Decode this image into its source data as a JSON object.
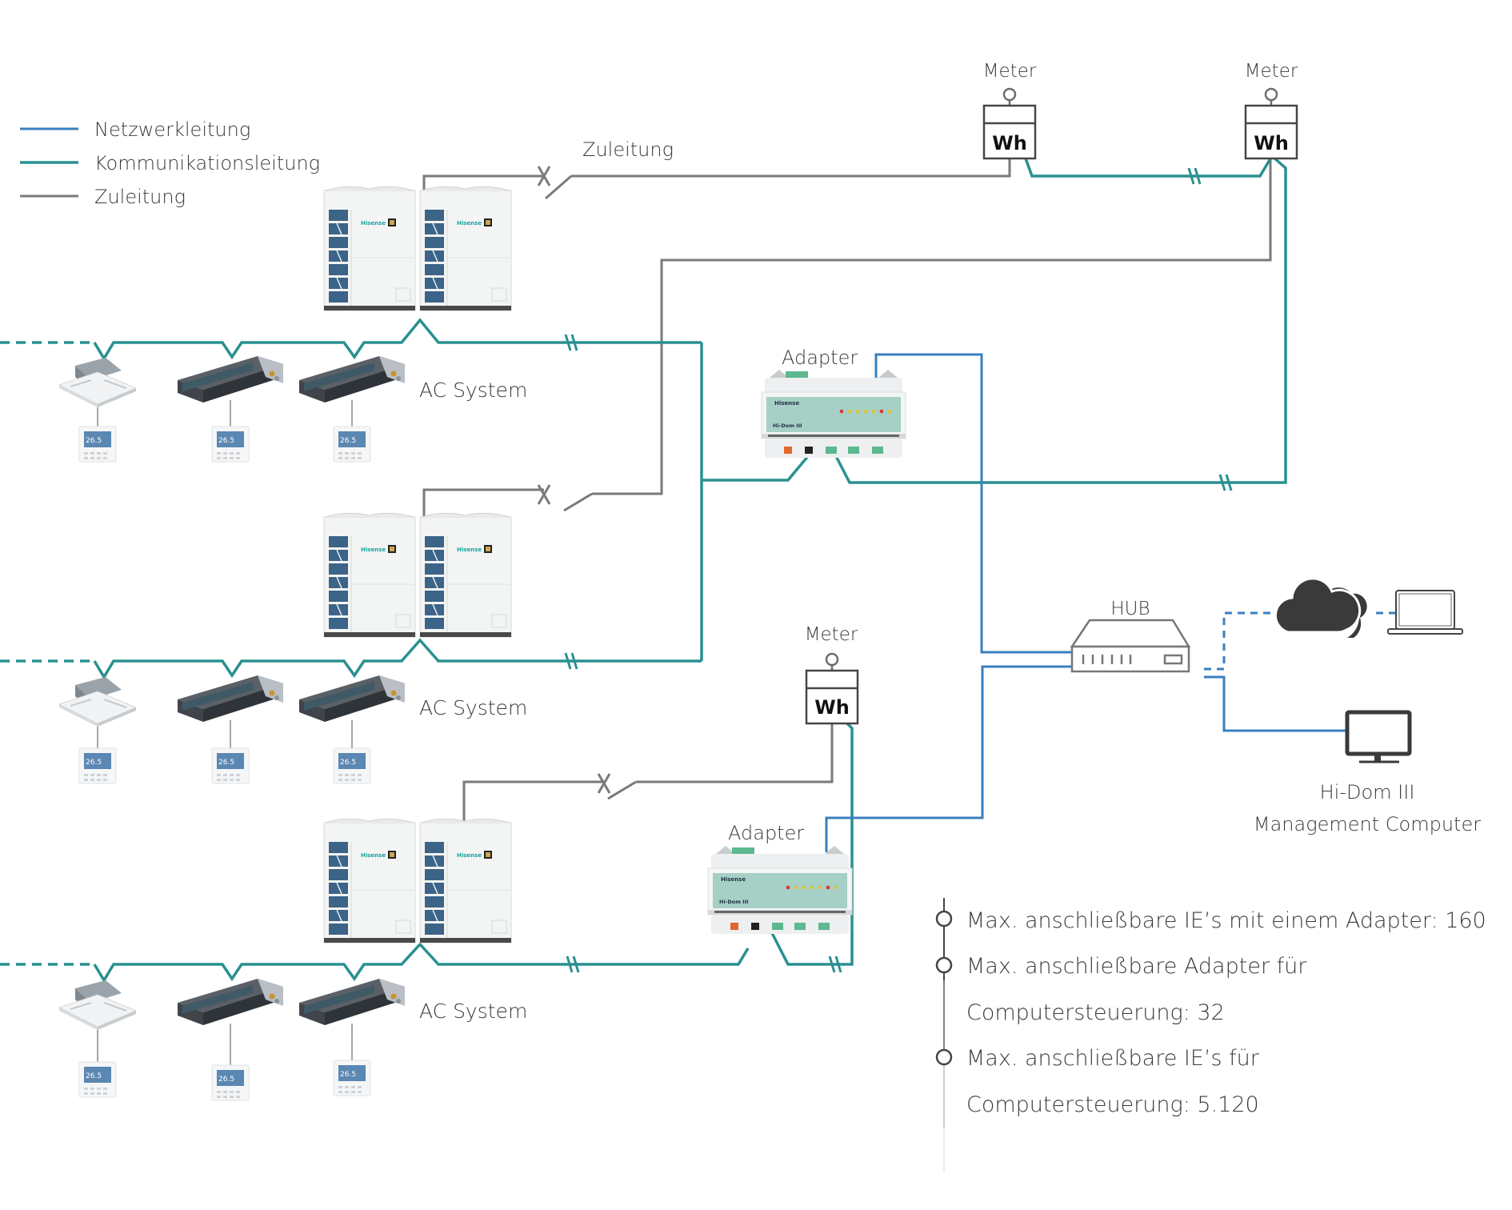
{
  "legend": {
    "items": [
      {
        "label": "Netzwerkleitung",
        "color": "#3a7fbf"
      },
      {
        "label": "Kommunikationsleitung",
        "color": "#2a9090"
      },
      {
        "label": "Zuleitung",
        "color": "#7a7a7a"
      }
    ]
  },
  "labels": {
    "feed_line": "Zuleitung",
    "meter": "Meter",
    "meter_unit": "Wh",
    "adapter": "Adapter",
    "ac_system": "AC System",
    "hub": "HUB",
    "computer_line1": "Hi-Dom III",
    "computer_line2": "Management Computer",
    "brand": "Hisense",
    "product": "Hi-Dom III",
    "controller_temp": "26.5"
  },
  "meters": [
    {
      "label": "Meter",
      "unit": "Wh"
    },
    {
      "label": "Meter",
      "unit": "Wh"
    },
    {
      "label": "Meter",
      "unit": "Wh"
    }
  ],
  "systems": [
    {
      "label": "AC System",
      "indoor_units": [
        "cassette",
        "duct",
        "duct"
      ]
    },
    {
      "label": "AC System",
      "indoor_units": [
        "cassette",
        "duct",
        "duct"
      ]
    },
    {
      "label": "AC System",
      "indoor_units": [
        "cassette",
        "duct",
        "duct"
      ]
    }
  ],
  "info": {
    "items": [
      "Max. anschließbare IE’s mit einem Adapter: 160",
      "Max. anschließbare Adapter für",
      "Computersteuerung: 32",
      "Max. anschließbare IE’s für",
      "Computersteuerung: 5.120"
    ]
  },
  "colors": {
    "network": "#3a7fbf",
    "communication": "#2a9090",
    "feed": "#7a7a7a",
    "adapter_panel": "#a6cfc6",
    "hisense_teal": "#16a5a0"
  }
}
